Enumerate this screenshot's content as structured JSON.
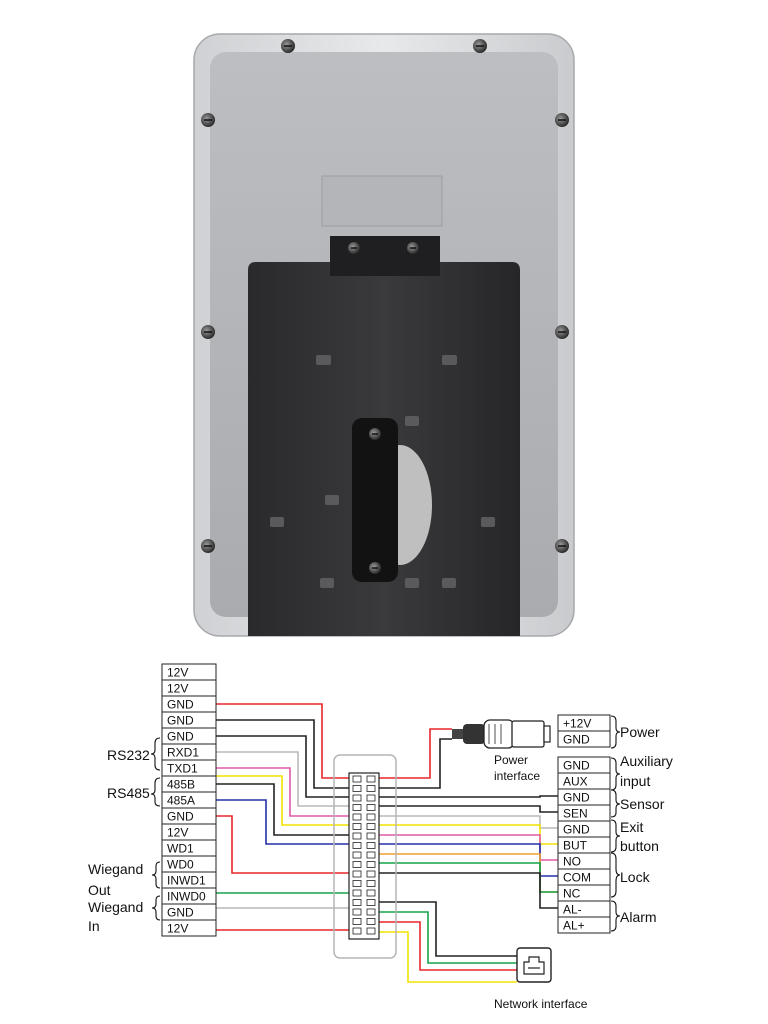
{
  "left_pins": [
    "12V",
    "12V",
    "GND",
    "GND",
    "GND",
    "RXD1",
    "TXD1",
    "485B",
    "485A",
    "GND",
    "12V",
    "WD1",
    "WD0",
    "INWD1",
    "INWD0",
    "GND",
    "12V"
  ],
  "left_groups": {
    "rs232": "RS232",
    "rs485": "RS485",
    "wiegand_out": [
      "Wiegand",
      "Out"
    ],
    "wiegand_in": [
      "Wiegand",
      "In"
    ]
  },
  "power_pins": [
    "+12V",
    "GND"
  ],
  "right_pins": [
    "GND",
    "AUX",
    "GND",
    "SEN",
    "GND",
    "BUT",
    "NO",
    "COM",
    "NC",
    "AL-",
    "AL+"
  ],
  "right_groups": {
    "power": "Power",
    "auxiliary": [
      "Auxiliary",
      "input"
    ],
    "sensor": "Sensor",
    "exit": [
      "Exit",
      "button"
    ],
    "lock": "Lock",
    "alarm": "Alarm"
  },
  "captions": {
    "power_interface": [
      "Power",
      "interface"
    ],
    "network_interface": "Network interface"
  },
  "wire_colors": {
    "red": "#e8262b",
    "black": "#222222",
    "yellow": "#f2e200",
    "blue": "#2330a8",
    "pink": "#e05aa8",
    "orange": "#f0a030",
    "green": "#17a34a",
    "grey": "#b9b9b9"
  },
  "icons": [
    "dc-power-plug-icon",
    "rj45-jack-icon",
    "screw-icon"
  ]
}
